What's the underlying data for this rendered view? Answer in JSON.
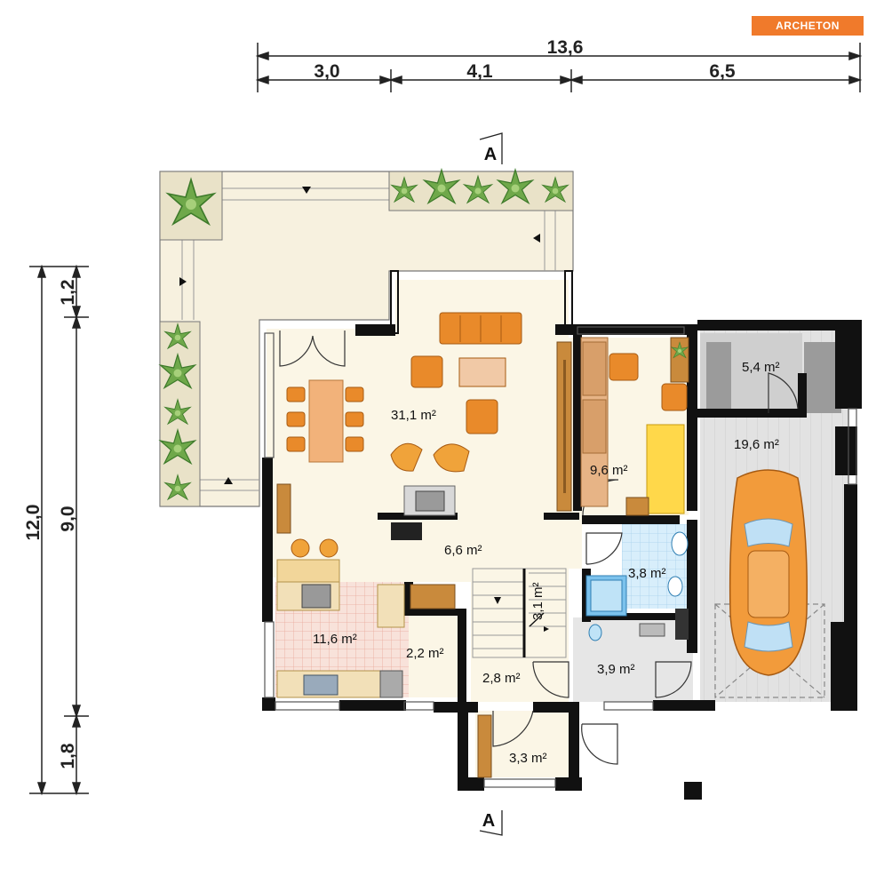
{
  "brand": {
    "logo_text": "ARCHETON"
  },
  "dimensions": {
    "top_total": "13,6",
    "top_segments": [
      "3,0",
      "4,1",
      "6,5"
    ],
    "left_total": "12,0",
    "left_segments": [
      "1,2",
      "9,0",
      "1,8"
    ]
  },
  "section_marker": {
    "top": "A",
    "bottom": "A"
  },
  "rooms": {
    "living": "31,1 m²",
    "study": "9,6 m²",
    "hall": "6,6 m²",
    "bath": "3,8 m²",
    "stairs": "3,1 m²",
    "kitchen": "11,6 m²",
    "pantry": "2,2 m²",
    "vestibule": "2,8 m²",
    "utility": "3,9 m²",
    "entry": "3,3 m²",
    "storage": "5,4 m²",
    "garage": "19,6 m²"
  },
  "colors": {
    "wall": "#111111",
    "floor": "#fbf6e6",
    "terrace": "#f7f1df",
    "garage_floor": "#e3e3e3",
    "bath_tile": "#d6ecfa",
    "kitchen_tile": "#f6d8cf",
    "furniture_orange": "#e98a2a",
    "wood": "#c98a3c",
    "plant": "#6fa84a"
  }
}
